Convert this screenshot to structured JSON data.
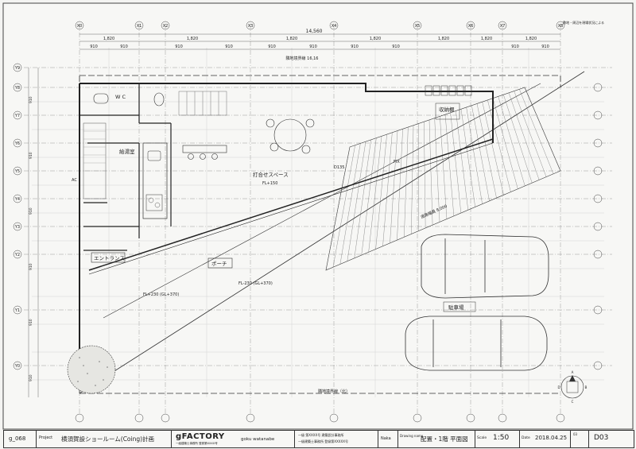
{
  "sheet": {
    "header_note": "敷地・周辺を現場状況による",
    "overall_width": "14,560",
    "column_labels": [
      "X0",
      "X1",
      "X2",
      "X3",
      "X4",
      "X5",
      "X6",
      "X7",
      "X8"
    ],
    "row_labels": [
      "Y0",
      "Y1",
      "Y2",
      "Y3",
      "Y4",
      "Y5",
      "Y6",
      "Y7",
      "Y8",
      "Y9"
    ],
    "span_1820": "1,820",
    "span_910": "910",
    "boundary_top": "隣地境界線 16,16",
    "boundary_bottom": "隣地境界線（北）",
    "road_label": "道路幅員 8,000",
    "rooms": {
      "wc": "W C",
      "kitchen": "給湯室",
      "meeting": "打合せスペース",
      "entrance": "エントランス",
      "porch": "ポーチ",
      "storage": "収納棚",
      "parking": "駐車場"
    },
    "labels": {
      "fl_main": "FL+230\n(GL+370)",
      "fl_a": "FL+150",
      "ac": "AC",
      "fix": "FIX",
      "d135": "D135",
      "fl_entry": "FL-230\n(GL+370)"
    },
    "north_labels": [
      "A",
      "B",
      "C",
      "D"
    ]
  },
  "titleblock": {
    "sheet_no": "g_068",
    "project_label": "Project",
    "project_name": "横須賀設ショールーム(Coing)計画",
    "firm": "gFACTORY",
    "firm_sub": "一級建築士事務所 登録第XXXX号",
    "architect": "goku watanabe",
    "license_line1": "一級 第XXXX号 建築設計事務所",
    "license_line2": "一級建築士事務所 登録第XXXXX号",
    "drawing_label": "Drawing name",
    "drawing_name": "配置・1階 平面図",
    "scale_label": "Scale",
    "scale": "1:50",
    "date_label": "Date",
    "date": "2018.04.25",
    "rev": "03",
    "page": "D03",
    "mark": "Naka"
  }
}
